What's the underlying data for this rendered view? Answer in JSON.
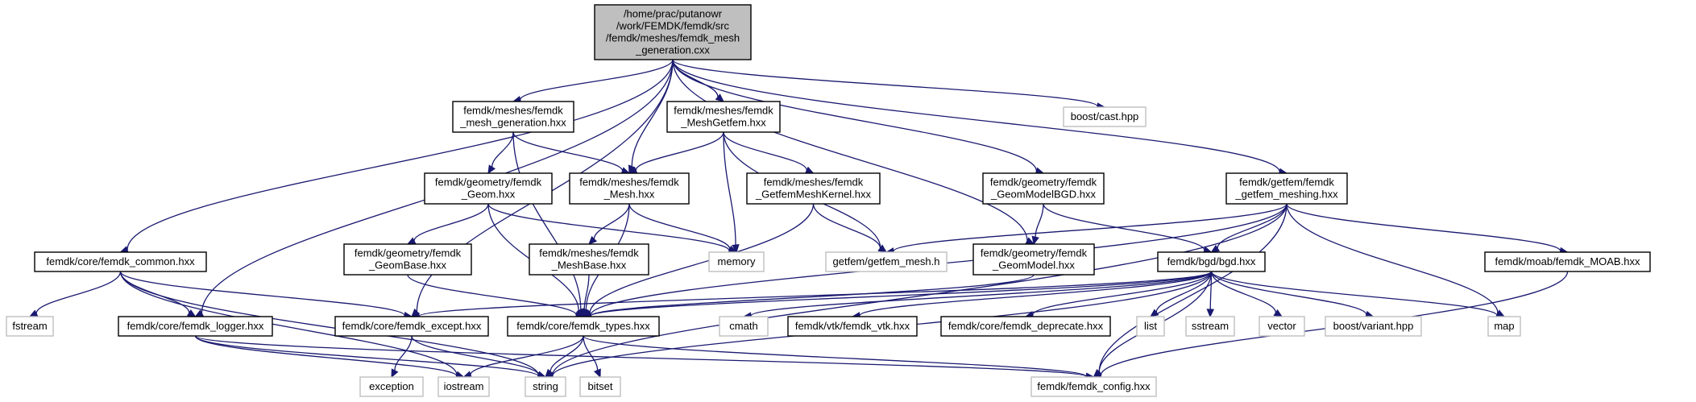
{
  "graph": {
    "colors": {
      "edge": "#191970",
      "root_fill": "#bfbfbf",
      "local_border": "#000000",
      "external_border": "#bfbfbf"
    },
    "nodes": [
      {
        "id": "root",
        "kind": "root",
        "lines": [
          "/home/prac/putanowr",
          "/work/FEMDK/femdk/src",
          "/femdk/meshes/femdk_mesh",
          "_generation.cxx"
        ]
      },
      {
        "id": "mesh_generation_hxx",
        "kind": "local",
        "lines": [
          "femdk/meshes/femdk",
          "_mesh_generation.hxx"
        ]
      },
      {
        "id": "mesh_getfem_hxx",
        "kind": "local",
        "lines": [
          "femdk/meshes/femdk",
          "_MeshGetfem.hxx"
        ]
      },
      {
        "id": "boost_cast",
        "kind": "external",
        "lines": [
          "boost/cast.hpp"
        ]
      },
      {
        "id": "geom_hxx",
        "kind": "local",
        "lines": [
          "femdk/geometry/femdk",
          "_Geom.hxx"
        ]
      },
      {
        "id": "mesh_hxx",
        "kind": "local",
        "lines": [
          "femdk/meshes/femdk",
          "_Mesh.hxx"
        ]
      },
      {
        "id": "getfem_mesh_kernel",
        "kind": "local",
        "lines": [
          "femdk/meshes/femdk",
          "_GetfemMeshKernel.hxx"
        ]
      },
      {
        "id": "geom_model_bgd",
        "kind": "local",
        "lines": [
          "femdk/geometry/femdk",
          "_GeomModelBGD.hxx"
        ]
      },
      {
        "id": "getfem_meshing",
        "kind": "local",
        "lines": [
          "femdk/getfem/femdk",
          "_getfem_meshing.hxx"
        ]
      },
      {
        "id": "common_hxx",
        "kind": "local",
        "lines": [
          "femdk/core/femdk_common.hxx"
        ]
      },
      {
        "id": "geom_base",
        "kind": "local",
        "lines": [
          "femdk/geometry/femdk",
          "_GeomBase.hxx"
        ]
      },
      {
        "id": "mesh_base",
        "kind": "local",
        "lines": [
          "femdk/meshes/femdk",
          "_MeshBase.hxx"
        ]
      },
      {
        "id": "memory",
        "kind": "external",
        "lines": [
          "memory"
        ]
      },
      {
        "id": "getfem_mesh_h",
        "kind": "external",
        "lines": [
          "getfem/getfem_mesh.h"
        ]
      },
      {
        "id": "geom_model",
        "kind": "local",
        "lines": [
          "femdk/geometry/femdk",
          "_GeomModel.hxx"
        ]
      },
      {
        "id": "bgd_hxx",
        "kind": "local",
        "lines": [
          "femdk/bgd/bgd.hxx"
        ]
      },
      {
        "id": "moab",
        "kind": "local",
        "lines": [
          "femdk/moab/femdk_MOAB.hxx"
        ]
      },
      {
        "id": "fstream",
        "kind": "external",
        "lines": [
          "fstream"
        ]
      },
      {
        "id": "logger",
        "kind": "local",
        "lines": [
          "femdk/core/femdk_logger.hxx"
        ]
      },
      {
        "id": "except",
        "kind": "local",
        "lines": [
          "femdk/core/femdk_except.hxx"
        ]
      },
      {
        "id": "types",
        "kind": "local",
        "lines": [
          "femdk/core/femdk_types.hxx"
        ]
      },
      {
        "id": "cmath",
        "kind": "external",
        "lines": [
          "cmath"
        ]
      },
      {
        "id": "vtk",
        "kind": "local",
        "lines": [
          "femdk/vtk/femdk_vtk.hxx"
        ]
      },
      {
        "id": "deprecate",
        "kind": "local",
        "lines": [
          "femdk/core/femdk_deprecate.hxx"
        ]
      },
      {
        "id": "list",
        "kind": "external",
        "lines": [
          "list"
        ]
      },
      {
        "id": "sstream",
        "kind": "external",
        "lines": [
          "sstream"
        ]
      },
      {
        "id": "vector",
        "kind": "external",
        "lines": [
          "vector"
        ]
      },
      {
        "id": "boost_variant",
        "kind": "external",
        "lines": [
          "boost/variant.hpp"
        ]
      },
      {
        "id": "map",
        "kind": "external",
        "lines": [
          "map"
        ]
      },
      {
        "id": "exception",
        "kind": "external",
        "lines": [
          "exception"
        ]
      },
      {
        "id": "iostream",
        "kind": "external",
        "lines": [
          "iostream"
        ]
      },
      {
        "id": "string",
        "kind": "external",
        "lines": [
          "string"
        ]
      },
      {
        "id": "bitset",
        "kind": "external",
        "lines": [
          "bitset"
        ]
      },
      {
        "id": "config",
        "kind": "external",
        "lines": [
          "femdk/femdk_config.hxx"
        ]
      }
    ],
    "edges": [
      [
        "root",
        "mesh_generation_hxx"
      ],
      [
        "root",
        "mesh_getfem_hxx"
      ],
      [
        "root",
        "boost_cast"
      ],
      [
        "root",
        "mesh_hxx"
      ],
      [
        "root",
        "common_hxx"
      ],
      [
        "root",
        "logger"
      ],
      [
        "root",
        "except"
      ],
      [
        "root",
        "geom_model"
      ],
      [
        "root",
        "geom_model_bgd"
      ],
      [
        "root",
        "getfem_meshing"
      ],
      [
        "mesh_generation_hxx",
        "geom_hxx"
      ],
      [
        "mesh_generation_hxx",
        "mesh_hxx"
      ],
      [
        "mesh_generation_hxx",
        "types"
      ],
      [
        "mesh_getfem_hxx",
        "mesh_hxx"
      ],
      [
        "mesh_getfem_hxx",
        "getfem_mesh_kernel"
      ],
      [
        "mesh_getfem_hxx",
        "memory"
      ],
      [
        "mesh_getfem_hxx",
        "getfem_mesh_h"
      ],
      [
        "geom_hxx",
        "geom_base"
      ],
      [
        "geom_hxx",
        "memory"
      ],
      [
        "geom_hxx",
        "types"
      ],
      [
        "mesh_hxx",
        "mesh_base"
      ],
      [
        "mesh_hxx",
        "memory"
      ],
      [
        "mesh_hxx",
        "types"
      ],
      [
        "getfem_mesh_kernel",
        "getfem_mesh_h"
      ],
      [
        "getfem_mesh_kernel",
        "types"
      ],
      [
        "geom_model_bgd",
        "geom_model"
      ],
      [
        "geom_model_bgd",
        "bgd_hxx"
      ],
      [
        "getfem_meshing",
        "getfem_mesh_h"
      ],
      [
        "getfem_meshing",
        "bgd_hxx"
      ],
      [
        "getfem_meshing",
        "moab"
      ],
      [
        "getfem_meshing",
        "map"
      ],
      [
        "getfem_meshing",
        "config"
      ],
      [
        "getfem_meshing",
        "types"
      ],
      [
        "getfem_meshing",
        "string"
      ],
      [
        "common_hxx",
        "fstream"
      ],
      [
        "common_hxx",
        "logger"
      ],
      [
        "common_hxx",
        "except"
      ],
      [
        "common_hxx",
        "iostream"
      ],
      [
        "common_hxx",
        "string"
      ],
      [
        "geom_base",
        "types"
      ],
      [
        "mesh_base",
        "types"
      ],
      [
        "geom_model",
        "types"
      ],
      [
        "bgd_hxx",
        "except"
      ],
      [
        "bgd_hxx",
        "types"
      ],
      [
        "bgd_hxx",
        "cmath"
      ],
      [
        "bgd_hxx",
        "vtk"
      ],
      [
        "bgd_hxx",
        "deprecate"
      ],
      [
        "bgd_hxx",
        "list"
      ],
      [
        "bgd_hxx",
        "sstream"
      ],
      [
        "bgd_hxx",
        "vector"
      ],
      [
        "bgd_hxx",
        "boost_variant"
      ],
      [
        "bgd_hxx",
        "map"
      ],
      [
        "bgd_hxx",
        "string"
      ],
      [
        "bgd_hxx",
        "config"
      ],
      [
        "moab",
        "config"
      ],
      [
        "logger",
        "iostream"
      ],
      [
        "logger",
        "string"
      ],
      [
        "logger",
        "config"
      ],
      [
        "except",
        "exception"
      ],
      [
        "except",
        "string"
      ],
      [
        "types",
        "iostream"
      ],
      [
        "types",
        "string"
      ],
      [
        "types",
        "bitset"
      ],
      [
        "types",
        "config"
      ]
    ]
  }
}
